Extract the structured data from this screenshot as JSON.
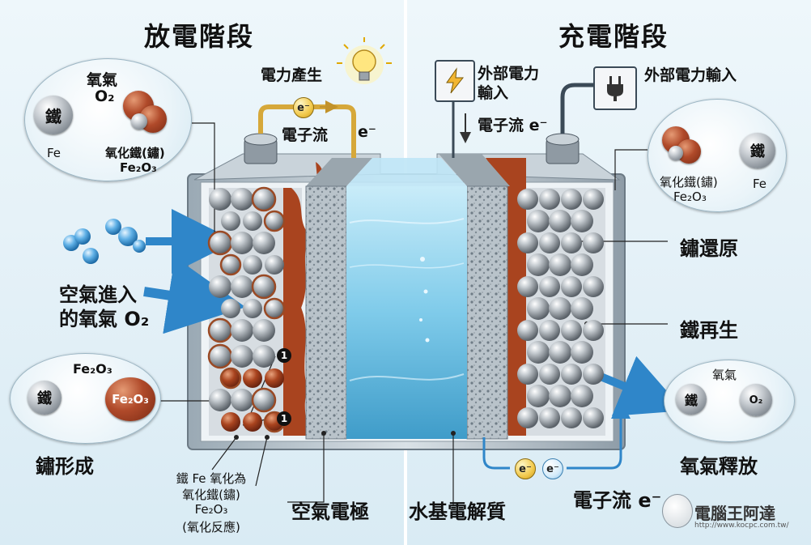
{
  "discharge": {
    "title": "放電階段",
    "power_generated": "電力產生",
    "electron_flow": "電子流",
    "e_minus": "e⁻",
    "top_circle": {
      "oxygen": "氧氣",
      "o2": "O₂",
      "fe_ball": "鐵",
      "fe": "Fe",
      "oxide": "氧化鐵(鏽)",
      "fe2o3": "Fe₂O₃"
    },
    "air_in_line1": "空氣進入",
    "air_in_line2": "的氧氣 O₂",
    "bottom_circle": {
      "fe2o3": "Fe₂O₃",
      "fe_ball": "鐵",
      "fe2o3_ball": "Fe₂O₃"
    },
    "rust_forms": "鏽形成",
    "oxidation_line1": "鐵 Fe 氧化為",
    "oxidation_line2": "氧化鐵(鏽)",
    "oxidation_line3": "Fe₂O₃",
    "oxidation_line4": "(氧化反應)",
    "marker": "1"
  },
  "charge": {
    "title": "充電階段",
    "external_power_line1": "外部電力",
    "external_power_line2": "輸入",
    "external_power_input": "外部電力輸入",
    "electron_flow": "電子流 e⁻",
    "top_circle": {
      "oxide": "氧化鐵(鏽)",
      "fe2o3": "Fe₂O₃",
      "fe_ball": "鐵",
      "fe": "Fe"
    },
    "rust_reduction": "鏽還原",
    "iron_regen": "鐵再生",
    "bottom_circle": {
      "oxygen": "氧氣",
      "fe_ball": "鐵",
      "o2_ball": "O₂"
    },
    "oxygen_release": "氧氣釋放",
    "bottom_electron_flow": "電子流 e⁻",
    "e_minus": "e⁻"
  },
  "labels": {
    "air_electrode": "空氣電極",
    "water_electrolyte": "水基電解質"
  },
  "watermark": {
    "brand": "電腦王阿達",
    "url": "http://www.kocpc.com.tw/"
  },
  "colors": {
    "arrow_blue": "#2f86c9",
    "rust": "#a9441f",
    "wire_gold": "#d6a83a",
    "electrolyte": "#7cc4e6"
  }
}
